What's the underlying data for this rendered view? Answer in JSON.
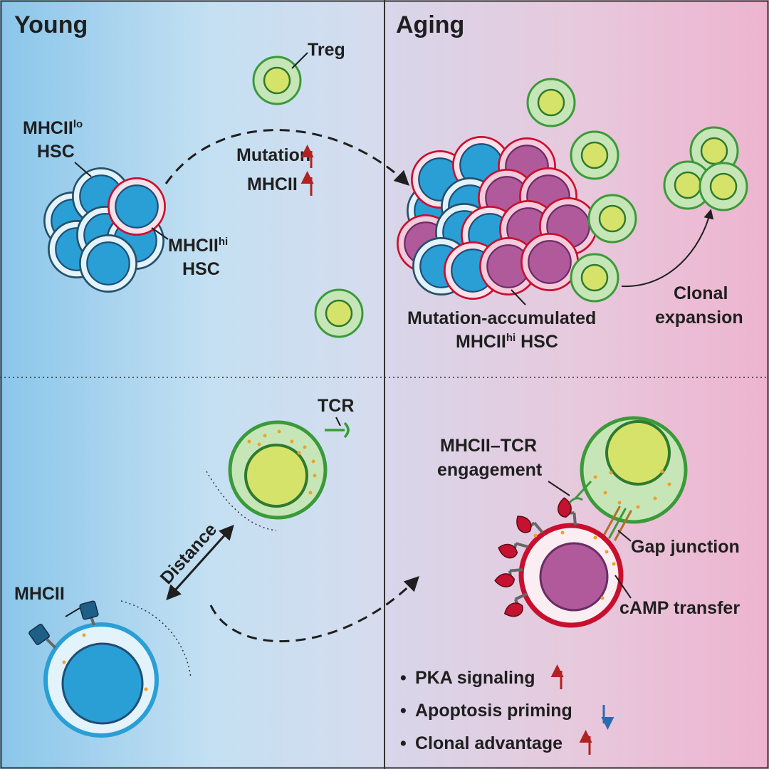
{
  "panels": {
    "young_title": "Young",
    "aging_title": "Aging"
  },
  "young_top": {
    "treg_label": "Treg",
    "mhcii_lo_label": "MHCII",
    "mhcii_lo_sup": "lo",
    "mhcii_lo_hsc": "HSC",
    "mhcii_hi_label": "MHCII",
    "mhcii_hi_sup": "hi",
    "mhcii_hi_hsc": "HSC",
    "mutation_label": "Mutation",
    "mhcii_up_label": "MHCII"
  },
  "aging_top": {
    "mutation_accumulated_label": "Mutation-accumulated",
    "mhcii_hi_hsc_prefix": "MHCII",
    "mhcii_hi_hsc_sup": "hi",
    "mhcii_hi_hsc_suffix": " HSC",
    "clonal_label": "Clonal",
    "expansion_label": "expansion"
  },
  "young_bottom": {
    "tcr_label": "TCR",
    "distance_label": "Distance",
    "mhcii_label": "MHCII"
  },
  "aging_bottom": {
    "engagement_line1": "MHCII–TCR",
    "engagement_line2": "engagement",
    "gap_junction_label": "Gap junction",
    "camp_label": "cAMP transfer"
  },
  "bullets": [
    {
      "text": "PKA signaling",
      "direction": "up"
    },
    {
      "text": "Apoptosis priming",
      "direction": "down"
    },
    {
      "text": "Clonal advantage",
      "direction": "up"
    }
  ],
  "bullet_symbol": "•",
  "colors": {
    "young_bg": "#8cc8ea",
    "aging_bg": "#eab6d0",
    "hsc_nucleus": "#2a9fd6",
    "hsc_mhcii_hi_nucleus": "#b05a9c",
    "hsc_mhcii_hi_border": "#c8102e",
    "treg_fill": "#c7e6b8",
    "treg_nucleus": "#d6e36a",
    "treg_border": "#3a9a3a",
    "arrow_up": "#b22222",
    "arrow_down": "#2a6cb0"
  }
}
